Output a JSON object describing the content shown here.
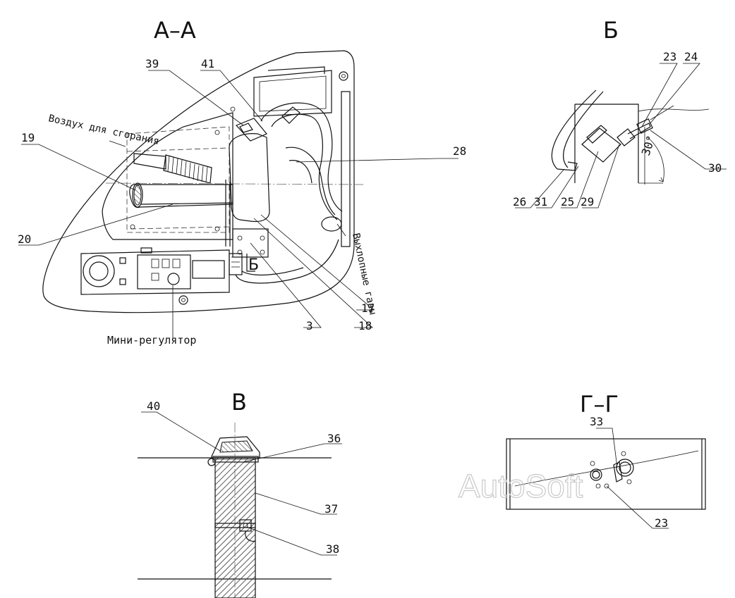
{
  "sections": {
    "aa": "А–А",
    "b": "Б",
    "v": "В",
    "gg": "Г–Г",
    "b_marker": "Б"
  },
  "notes": {
    "combustion_air": "Воздух для сгорания",
    "exhaust": "Выхлопные газы",
    "mini_regulator": "Мини-регулятор",
    "angle": "30°"
  },
  "callouts": {
    "c39": "39",
    "c41": "41",
    "c19": "19",
    "c28": "28",
    "c20": "20",
    "c17": "17",
    "c18": "18",
    "c3": "3",
    "c23a": "23",
    "c24": "24",
    "c30": "30",
    "c26": "26",
    "c31": "31",
    "c25": "25",
    "c29": "29",
    "c40": "40",
    "c36": "36",
    "c37": "37",
    "c38": "38",
    "c33": "33",
    "c23b": "23"
  },
  "watermark": "AutoSoft"
}
